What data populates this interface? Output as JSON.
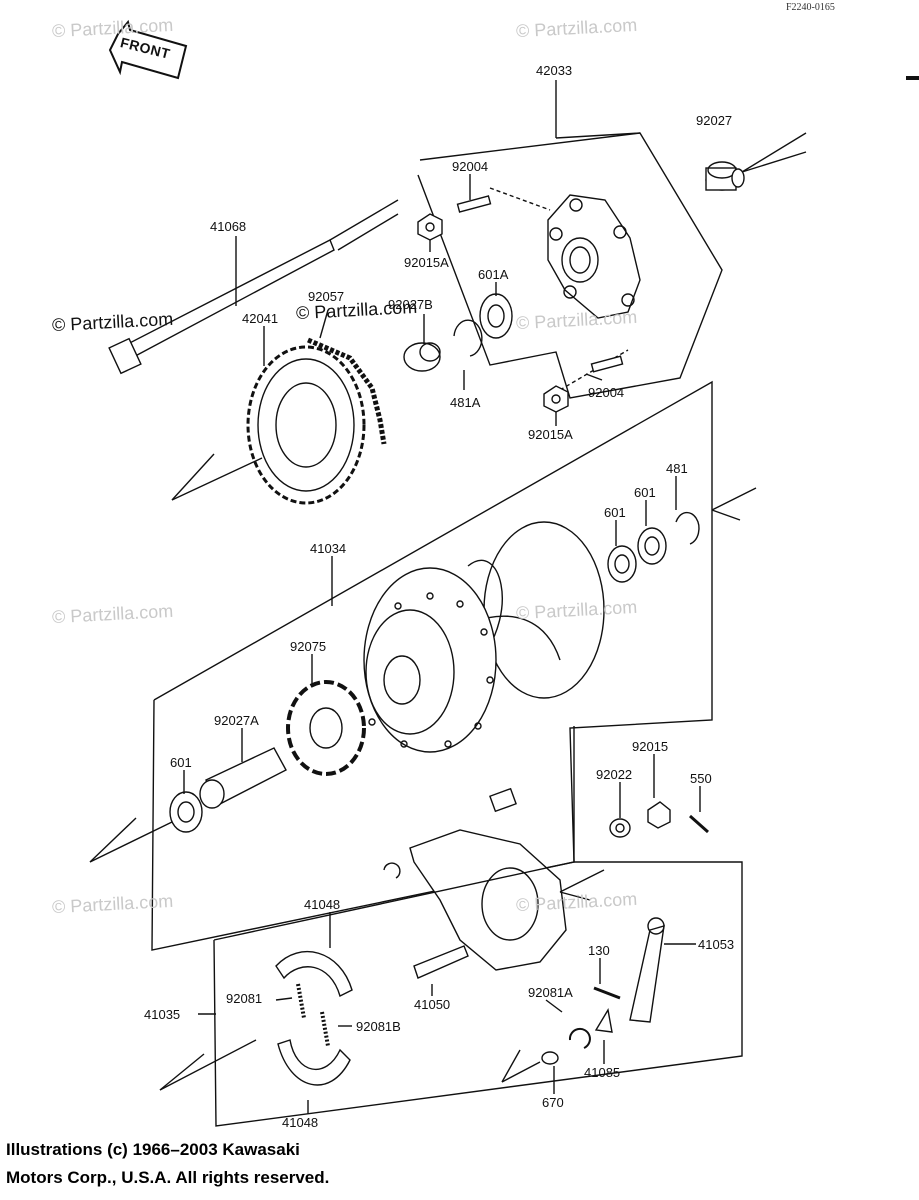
{
  "diagram_code": "F2240-0165",
  "front_badge": "FRONT",
  "watermarks": [
    "© Partzilla.com",
    "© Partzilla.com",
    "© Partzilla.com",
    "© Partzilla.com",
    "© Partzilla.com",
    "© Partzilla.com",
    "© Partzilla.com",
    "© Partzilla.com",
    "© Partzilla.com"
  ],
  "callouts": {
    "p42033": "42033",
    "p92027": "92027",
    "p92004_top": "92004",
    "p41068": "41068",
    "p92015A_top": "92015A",
    "p601A": "601A",
    "p92057": "92057",
    "p42041": "42041",
    "p92027B": "92027B",
    "p481A": "481A",
    "p92004_bottom": "92004",
    "p92015A_bottom": "92015A",
    "p481": "481",
    "p601_right_upper": "601",
    "p601_right_lower": "601",
    "p41034": "41034",
    "p92075": "92075",
    "p92027A": "92027A",
    "p601_left": "601",
    "p92015": "92015",
    "p92022": "92022",
    "p550": "550",
    "p41048_top": "41048",
    "p41053": "41053",
    "p130": "130",
    "p92081A": "92081A",
    "p41035": "41035",
    "p92081": "92081",
    "p92081B": "92081B",
    "p41050": "41050",
    "p41085": "41085",
    "p41048_bottom": "41048",
    "p670": "670"
  },
  "footer": {
    "line1": "Illustrations (c) 1966–2003 Kawasaki",
    "line2": "Motors Corp., U.S.A.  All rights reserved."
  }
}
